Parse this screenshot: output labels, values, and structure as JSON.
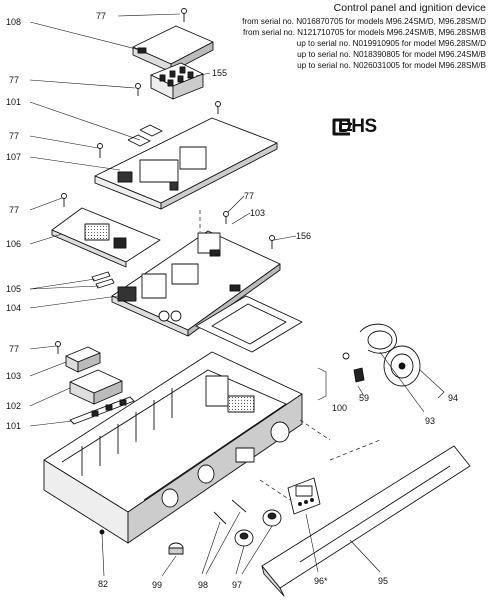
{
  "header": {
    "title": "Control panel and ignition device",
    "notes": [
      "from serial no. N016870705 for models M96.24SM/D, M96.28SM/D",
      "from serial no. N121710705 for models M96.24SM/B, M96.28SM/B",
      "up to serial no. N019910905 for model M96.28SM/D",
      "up to serial no. N018390805 for model M96.24SM/B",
      "up to serial no. N026031005 for model M96.28SM/B"
    ]
  },
  "brand": "DHS",
  "callouts": {
    "c108": "108",
    "c77a": "77",
    "c155": "155",
    "c77b": "77",
    "c101a": "101",
    "c77c": "77",
    "c107": "107",
    "c77d": "77",
    "c77e": "77",
    "c103a": "103",
    "c156": "156",
    "c106": "106",
    "c105": "105",
    "c104": "104",
    "c77f": "77",
    "c103b": "103",
    "c102": "102",
    "c101b": "101",
    "c100": "100",
    "c59": "59",
    "c94": "94",
    "c93": "93",
    "c82": "82",
    "c99": "99",
    "c98": "98",
    "c97": "97",
    "c96": "96*",
    "c95": "95"
  },
  "colors": {
    "ink": "#111111",
    "paper": "#ffffff"
  }
}
